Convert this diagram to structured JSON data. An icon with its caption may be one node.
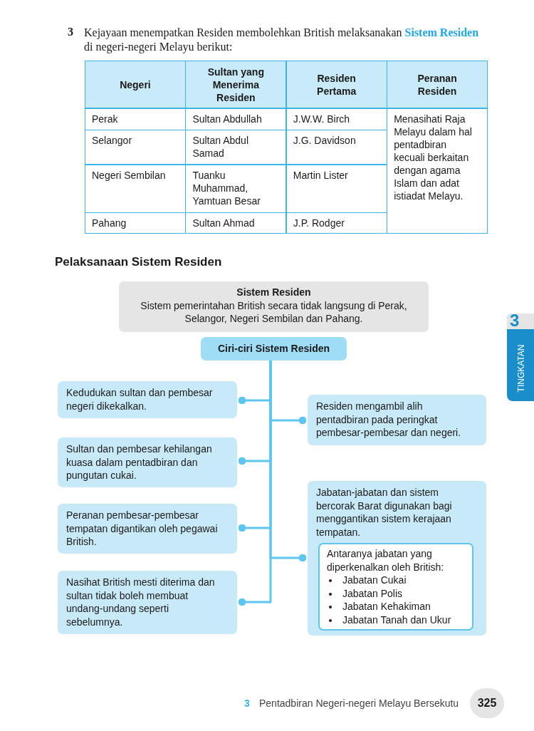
{
  "diagram": {
    "title": "Pelaksanaan Sistem Residen",
    "nodes": [
      {
        "text": [
          "Sistem Residen",
          "Sistem pemerintahan British secara tidak langsung di Perak, Selangor, Negeri Sembilan dan Pahang."
        ]
      },
      {
        "text": [
          "Ciri-ciri Sistem Residen"
        ]
      },
      {
        "text": [
          "Kedudukan sultan dan pembesar negeri dikekalkan."
        ]
      },
      {
        "text": [
          "Residen mengambil alih pentadbiran pada peringkat pembesar-pembesar dan negeri."
        ]
      },
      {
        "text": [
          "Sultan dan pembesar kehilangan kuasa dalam pentadbiran dan pungutan cukai."
        ]
      },
      {
        "text": [
          "Peranan pembesar-pembesar tempatan digantikan oleh pegawai British."
        ]
      },
      {
        "text": [
          "Jabatan-jabatan dan sistem bercorak Barat digunakan bagi menggantikan sistem kerajaan tempatan."
        ]
      },
      {
        "text": [
          "Antaranya jabatan yang diperkenalkan oleh British:",
          "Jabatan Cukai",
          "Jabatan Polis",
          "Jabatan Kehakiman",
          "Jabatan Tanah dan Ukur"
        ],
        "in": 6
      },
      {
        "text": [
          "Nasihat British mesti diterima dan sultan tidak boleh membuat undang-undang seperti sebelumnya."
        ]
      }
    ],
    "edges": [
      {
        "from": 1,
        "to": 2,
        "arrow": "other"
      },
      {
        "from": 1,
        "to": 3,
        "arrow": "other"
      },
      {
        "from": 1,
        "to": 4,
        "arrow": "other"
      },
      {
        "from": 1,
        "to": 5,
        "arrow": "other"
      },
      {
        "from": 1,
        "to": 6,
        "arrow": "other"
      },
      {
        "from": 1,
        "to": 8,
        "arrow": "other"
      }
    ],
    "labels": [
      "3",
      "Kejayaan menempatkan Residen membolehkan British melaksanakan **Sistem Residen** di negeri-negeri Melayu berikut:",
      "Negeri",
      "Sultan yang Menerima Residen",
      "Residen Pertama",
      "Peranan Residen",
      "Perak",
      "Sultan Abdullah",
      "J.W.W. Birch",
      "Menasihati Raja Melayu dalam hal pentadbiran kecuali berkaitan dengan agama Islam dan adat istiadat Melayu.",
      "Selangor",
      "Sultan Abdul Samad",
      "J.G. Davidson",
      "Negeri Sembilan",
      "Tuanku Muhammad, Yamtuan Besar",
      "Martin Lister",
      "Pahang",
      "Sultan Ahmad",
      "J.P. Rodger",
      "3",
      "TINGKATAN",
      "3",
      "Pentadbiran Negeri-negeri Melayu Bersekutu",
      "325"
    ]
  }
}
